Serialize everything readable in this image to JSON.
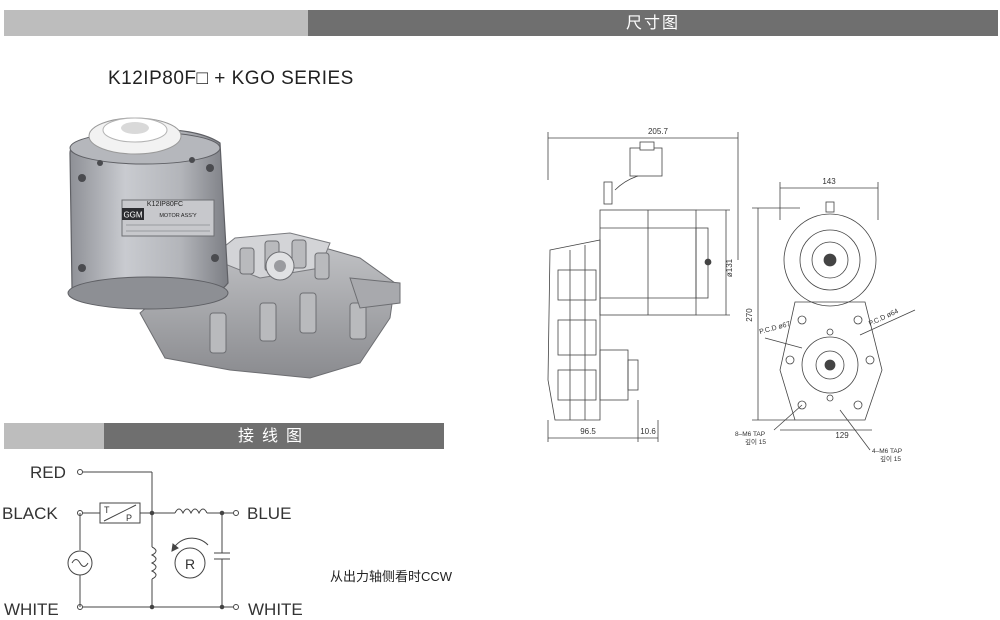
{
  "header": {
    "title": "尺寸图"
  },
  "product": {
    "model": "K12IP80F□ + KGO SERIES",
    "label_brand": "GGM",
    "label_model": "K12IP80FC",
    "label_assy": "MOTOR ASS'Y"
  },
  "drawing": {
    "dim_total_width": "205.7",
    "dim_shaft_dia": "ø131",
    "dim_bottom_left": "96.5",
    "dim_bottom_right": "10.6",
    "dim_front_width": "143",
    "dim_height": "270",
    "dim_pcd_left": "P.C.D ø67",
    "dim_pcd_right": "P.C.D ø64",
    "dim_bottom_front": "129",
    "tap_left_line1": "8–M6 TAP",
    "tap_left_line2": "깊이 15",
    "tap_right_line1": "4–M6 TAP",
    "tap_right_line2": "깊이 15"
  },
  "wiring": {
    "title": "接线图",
    "red": "RED",
    "black": "BLACK",
    "white_left": "WHITE",
    "blue": "BLUE",
    "white_right": "WHITE",
    "tp_t": "T",
    "tp_p": "P",
    "rotor": "R",
    "note": "从出力轴侧看时CCW"
  },
  "colors": {
    "band_dark": "#6f6f6f",
    "band_light": "#bdbdbd",
    "line": "#444444"
  }
}
